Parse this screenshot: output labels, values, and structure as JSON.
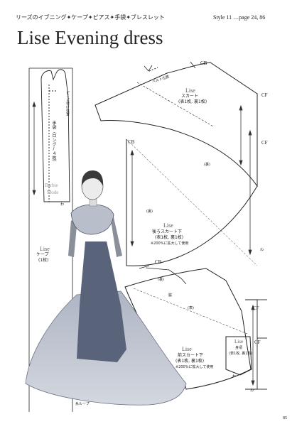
{
  "header": {
    "subtitle": "リーズのイブニング✦ケープ✦ピアス✦手袋✦ブレスレット",
    "style_ref": "Style 11 …page 24, 86",
    "title": "Lise  Evening dress"
  },
  "glove": {
    "note": "ピーズ付け位置",
    "label": "手袋（ロング/４枚）",
    "watermark_line1": "Barbie",
    "watermark_line2": "Mode",
    "wa": "わ"
  },
  "cape": {
    "name": "Lise",
    "label": "ケープ",
    "count": "(1枚)"
  },
  "skirt": {
    "cb": "CB",
    "cf": "CF",
    "mark": "ベルト位置",
    "name": "Lise",
    "label": "スカート",
    "count": "(表1枚, 裏1枚)"
  },
  "back_skirt": {
    "cb": "CB",
    "cf": "CF",
    "name": "Lise",
    "label": "後ろスカート下",
    "count": "(表1枚, 裏1枚)",
    "note": "※200%に拡大して使用",
    "mark1": "(裏)",
    "mark2": "(裏)",
    "wa": "わ"
  },
  "front_skirt": {
    "cb": "CB",
    "cf1": "CF",
    "cf2": "CF",
    "name": "Lise",
    "label": "前スカート下",
    "count": "(表1枚, 裏1枚)",
    "note": "※200%に拡大して使用",
    "side": "脇",
    "mark1": "(裏)",
    "mark2": "(表)",
    "wa": "わ"
  },
  "bodice": {
    "name": "Lise",
    "label": "身頃",
    "count": "(表1枚, 裏1枚)",
    "wa": "わ"
  },
  "footer": {
    "loop": "糸ループ",
    "page_no": "85"
  },
  "colors": {
    "ink": "#222222",
    "gown_dark": "#5a6579",
    "gown_light": "#c7ccd6",
    "paper": "#ffffff"
  }
}
